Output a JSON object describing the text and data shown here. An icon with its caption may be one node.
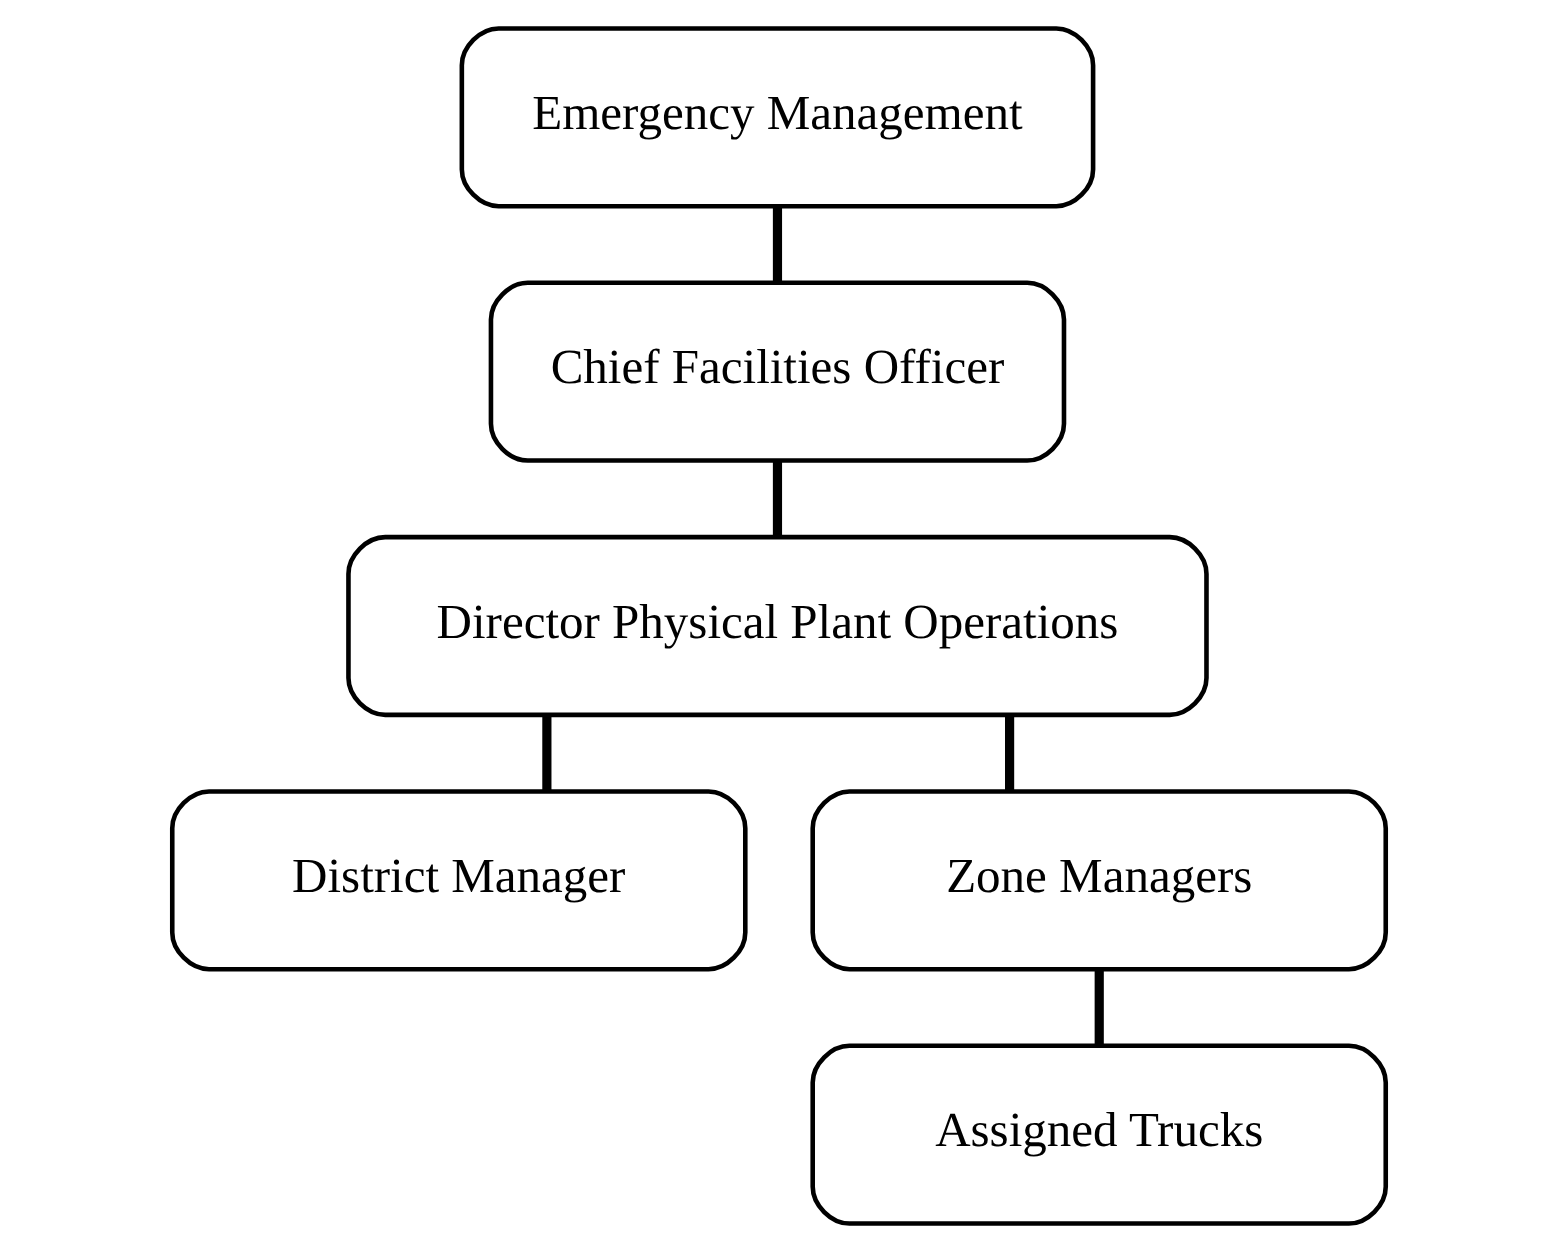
{
  "diagram": {
    "nodes": [
      {
        "text": [
          "Emergency Management"
        ]
      },
      {
        "text": [
          "Chief Facilities Officer"
        ]
      },
      {
        "text": [
          "Director Physical Plant Operations"
        ]
      },
      {
        "text": [
          "District Manager"
        ]
      },
      {
        "text": [
          "Zone Managers"
        ]
      },
      {
        "text": [
          "Assigned Trucks"
        ]
      }
    ],
    "edges": [
      {
        "from": 0,
        "to": 1,
        "arrow": "none"
      },
      {
        "from": 1,
        "to": 2,
        "arrow": "none"
      },
      {
        "from": 2,
        "to": 3,
        "arrow": "none"
      },
      {
        "from": 2,
        "to": 4,
        "arrow": "none"
      },
      {
        "from": 4,
        "to": 5,
        "arrow": "none"
      }
    ]
  }
}
